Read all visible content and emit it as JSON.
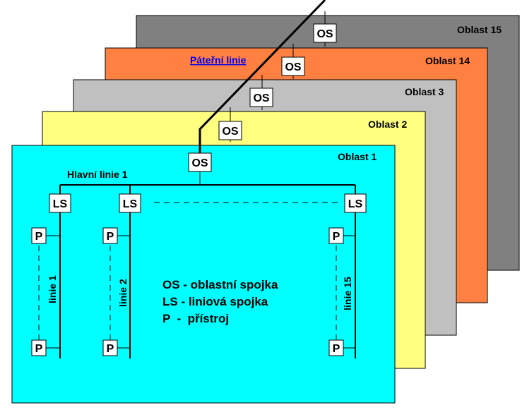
{
  "areas": [
    {
      "label": "Oblast 15",
      "color": "#808080"
    },
    {
      "label": "Oblast 14",
      "color": "#ff8040"
    },
    {
      "label": "Oblast 3",
      "color": "#c0c0c0"
    },
    {
      "label": "Oblast 2",
      "color": "#ffff80"
    },
    {
      "label": "Oblast 1",
      "color": "#00ffff"
    }
  ],
  "backbone_link": "Páteřní linie",
  "main_line": "Hlavní linie 1",
  "os_label": "OS",
  "ls_label": "LS",
  "p_label": "P",
  "lines": [
    "linie 1",
    "linie 2",
    "linie 15"
  ],
  "legend": [
    "OS - oblastní spojka",
    "LS - liniová spojka",
    "P  -  přístroj"
  ]
}
